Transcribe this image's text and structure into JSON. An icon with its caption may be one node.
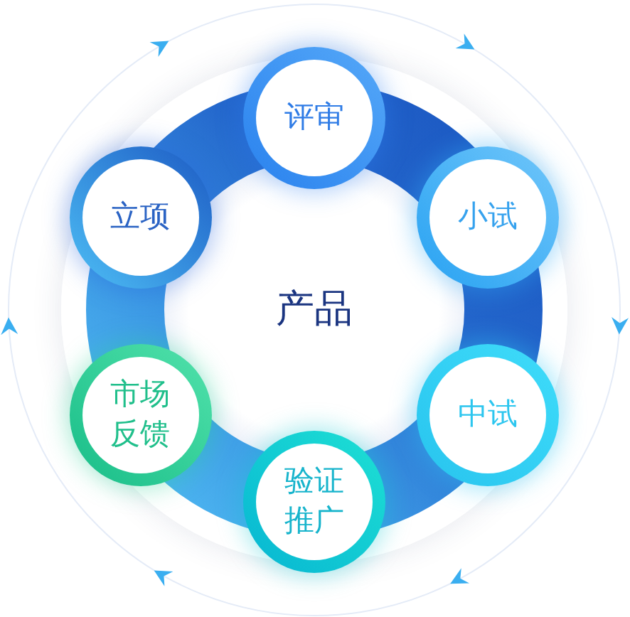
{
  "diagram": {
    "nodes": [
      {
        "text": [
          "产品"
        ]
      },
      {
        "text": [
          "立项"
        ]
      },
      {
        "text": [
          "评审"
        ]
      },
      {
        "text": [
          "小试"
        ]
      },
      {
        "text": [
          "中试"
        ]
      },
      {
        "text": [
          "验证推广"
        ]
      },
      {
        "text": [
          "市场反馈"
        ]
      }
    ]
  }
}
